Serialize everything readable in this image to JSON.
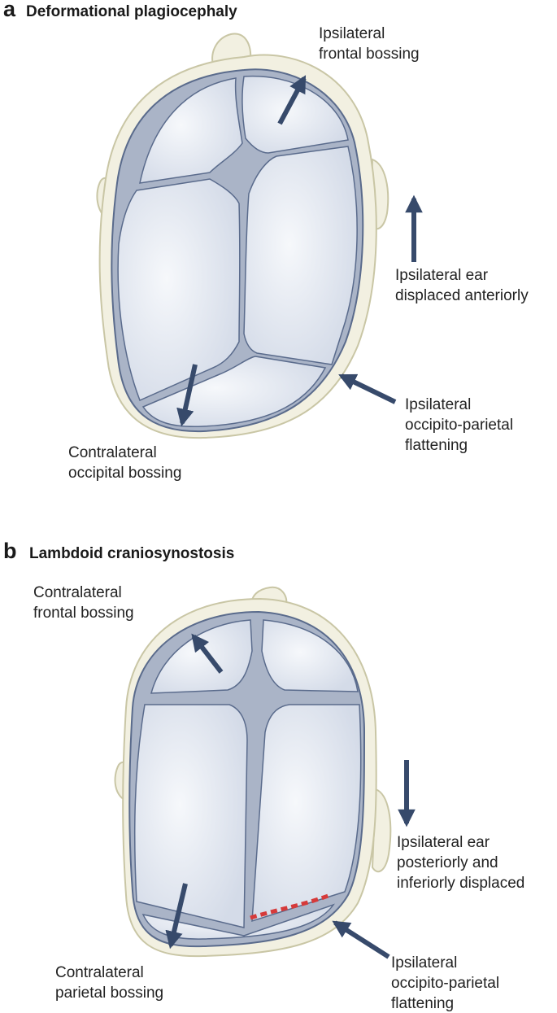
{
  "colors": {
    "scalp": "#f2f0e1",
    "scalp_stroke": "#c9c6a5",
    "bone": "#dde3ee",
    "bone_highlight": "#f4f6fa",
    "suture": "#aab4c7",
    "outline": "#5a6b8c",
    "arrow": "#374a6b",
    "fused_suture": "#d63a3a"
  },
  "panel_a": {
    "letter": "a",
    "title": "Deformational plagiocephaly",
    "labels": {
      "frontal": [
        "Ipsilateral",
        "frontal bossing"
      ],
      "ear": [
        "Ipsilateral ear",
        "displaced anteriorly"
      ],
      "flattening": [
        "Ipsilateral",
        "occipito-parietal",
        "flattening"
      ],
      "occipital": [
        "Contralateral",
        "occipital bossing"
      ]
    }
  },
  "panel_b": {
    "letter": "b",
    "title": "Lambdoid craniosynostosis",
    "labels": {
      "frontal": [
        "Contralateral",
        "frontal bossing"
      ],
      "ear": [
        "Ipsilateral ear",
        "posteriorly and",
        "inferiorly displaced"
      ],
      "flattening": [
        "Ipsilateral",
        "occipito-parietal",
        "flattening"
      ],
      "parietal": [
        "Contralateral",
        "parietal bossing"
      ]
    }
  }
}
